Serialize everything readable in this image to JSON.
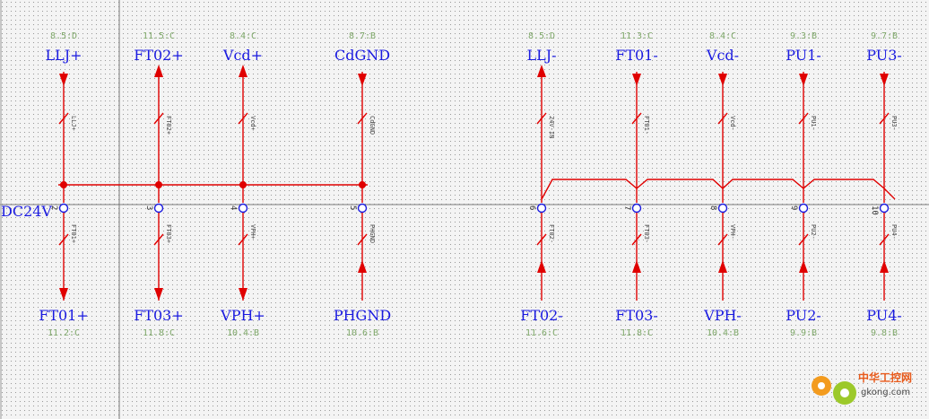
{
  "connector_label": "DC24V",
  "colors": {
    "wire": "#e00000",
    "signal": "#1a1ae0",
    "ref": "#7fa86a",
    "pin": "#1a1ae0"
  },
  "watermark": {
    "cn": "中华工控网",
    "url": "gkong.com"
  },
  "columns": [
    {
      "pin": "2",
      "top": {
        "label": "LLJ+",
        "ref": "8.5:D",
        "arrow": "down"
      },
      "bottom": {
        "label": "FT01+",
        "ref": "11.2:C",
        "arrow": "down"
      },
      "top_net": "LLJ+",
      "bottom_net": "FT01+"
    },
    {
      "pin": "3",
      "top": {
        "label": "FT02+",
        "ref": "11.5:C",
        "arrow": "up"
      },
      "bottom": {
        "label": "FT03+",
        "ref": "11.8:C",
        "arrow": "down"
      },
      "top_net": "FT02+",
      "bottom_net": "FT03+"
    },
    {
      "pin": "4",
      "top": {
        "label": "Vcd+",
        "ref": "8.4:C",
        "arrow": "up"
      },
      "bottom": {
        "label": "VPH+",
        "ref": "10.4:B",
        "arrow": "down"
      },
      "top_net": "Vcd+",
      "bottom_net": "VPH+"
    },
    {
      "pin": "5",
      "top": {
        "label": "CdGND",
        "ref": "8.7:B",
        "arrow": "down"
      },
      "bottom": {
        "label": "PHGND",
        "ref": "10.6:B",
        "arrow": "up"
      },
      "top_net": "CdGND",
      "bottom_net": "PHGND"
    },
    {
      "pin": "6",
      "top": {
        "label": "LLJ-",
        "ref": "8.5:D",
        "arrow": "up"
      },
      "bottom": {
        "label": "FT02-",
        "ref": "11.6:C",
        "arrow": "up"
      },
      "top_net": "24V-IN",
      "bottom_net": "FT02-"
    },
    {
      "pin": "7",
      "top": {
        "label": "FT01-",
        "ref": "11.3:C",
        "arrow": "down"
      },
      "bottom": {
        "label": "FT03-",
        "ref": "11.8:C",
        "arrow": "up"
      },
      "top_net": "FT01-",
      "bottom_net": "FT03-"
    },
    {
      "pin": "8",
      "top": {
        "label": "Vcd-",
        "ref": "8.4:C",
        "arrow": "down"
      },
      "bottom": {
        "label": "VPH-",
        "ref": "10.4:B",
        "arrow": "up"
      },
      "top_net": "Vcd-",
      "bottom_net": "VPH-"
    },
    {
      "pin": "9",
      "top": {
        "label": "PU1-",
        "ref": "9.3:B",
        "arrow": "down"
      },
      "bottom": {
        "label": "PU2-",
        "ref": "9.9:B",
        "arrow": "up"
      },
      "top_net": "PU1-",
      "bottom_net": "PU2-"
    },
    {
      "pin": "10",
      "top": {
        "label": "PU3-",
        "ref": "9.7:B",
        "arrow": "down"
      },
      "bottom": {
        "label": "PU4-",
        "ref": "9.8:B",
        "arrow": "up"
      },
      "top_net": "PU3-",
      "bottom_net": "PU4-"
    }
  ]
}
